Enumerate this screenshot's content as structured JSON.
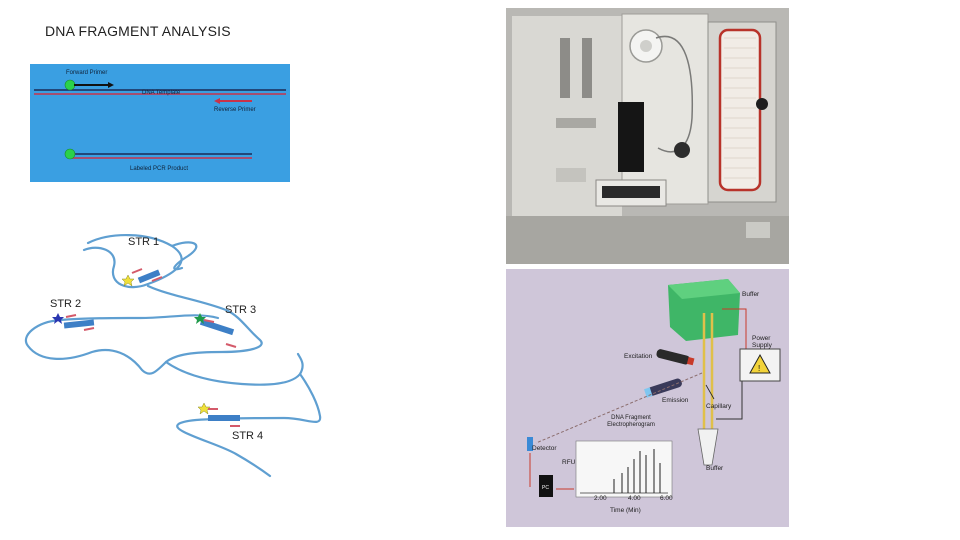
{
  "title": "DNA FRAGMENT ANALYSIS",
  "pcr_diagram": {
    "forward_primer": "Forward Primer",
    "dna_template": "DNA Template",
    "reverse_primer": "Reverse Primer",
    "labeled_product": "Labeled PCR Product",
    "colors": {
      "background": "#3a9fe2",
      "template": "#1b2a56",
      "primer_red": "#c8334a",
      "label_dot": "#2bd14a"
    }
  },
  "strands": {
    "labels": [
      "STR 1",
      "STR 2",
      "STR 3",
      "STR 4"
    ],
    "colors": {
      "strand": "#5f9fd1",
      "segment": "#3d7fc6",
      "primer": "#d45a6a"
    }
  },
  "capillary_schematic": {
    "buffer_top": "Buffer",
    "power_supply": "Power Supply",
    "excitation": "Excitation",
    "emission": "Emission",
    "capillary": "Capillary",
    "egram_title": "DNA Fragment Electropherogram",
    "detector": "Detector",
    "rfu": "RFU",
    "pc": "PC",
    "buffer_bottom": "Buffer",
    "x_ticks": [
      "2.00",
      "4.00",
      "6.00"
    ],
    "x_label": "Time (Min)",
    "colors": {
      "background": "#cfc6d9",
      "buffer_tank": "#2fb45a",
      "laser": "#c83a2a"
    }
  }
}
